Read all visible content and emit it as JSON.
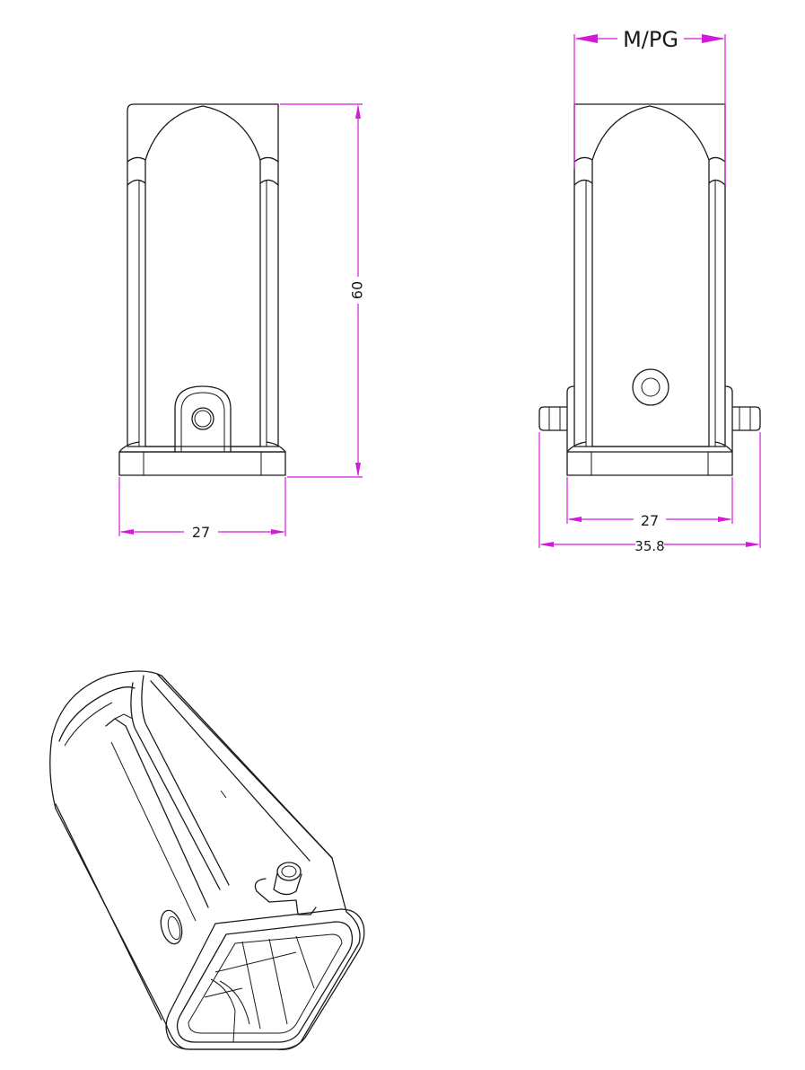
{
  "dimensions": {
    "front_height": "60",
    "front_width": "27",
    "side_cable_entry": "M/PG",
    "side_width": "27",
    "side_overall_width": "35.8"
  },
  "colors": {
    "outline": "#1a1a1a",
    "dimension_line": "#d21bd8"
  }
}
